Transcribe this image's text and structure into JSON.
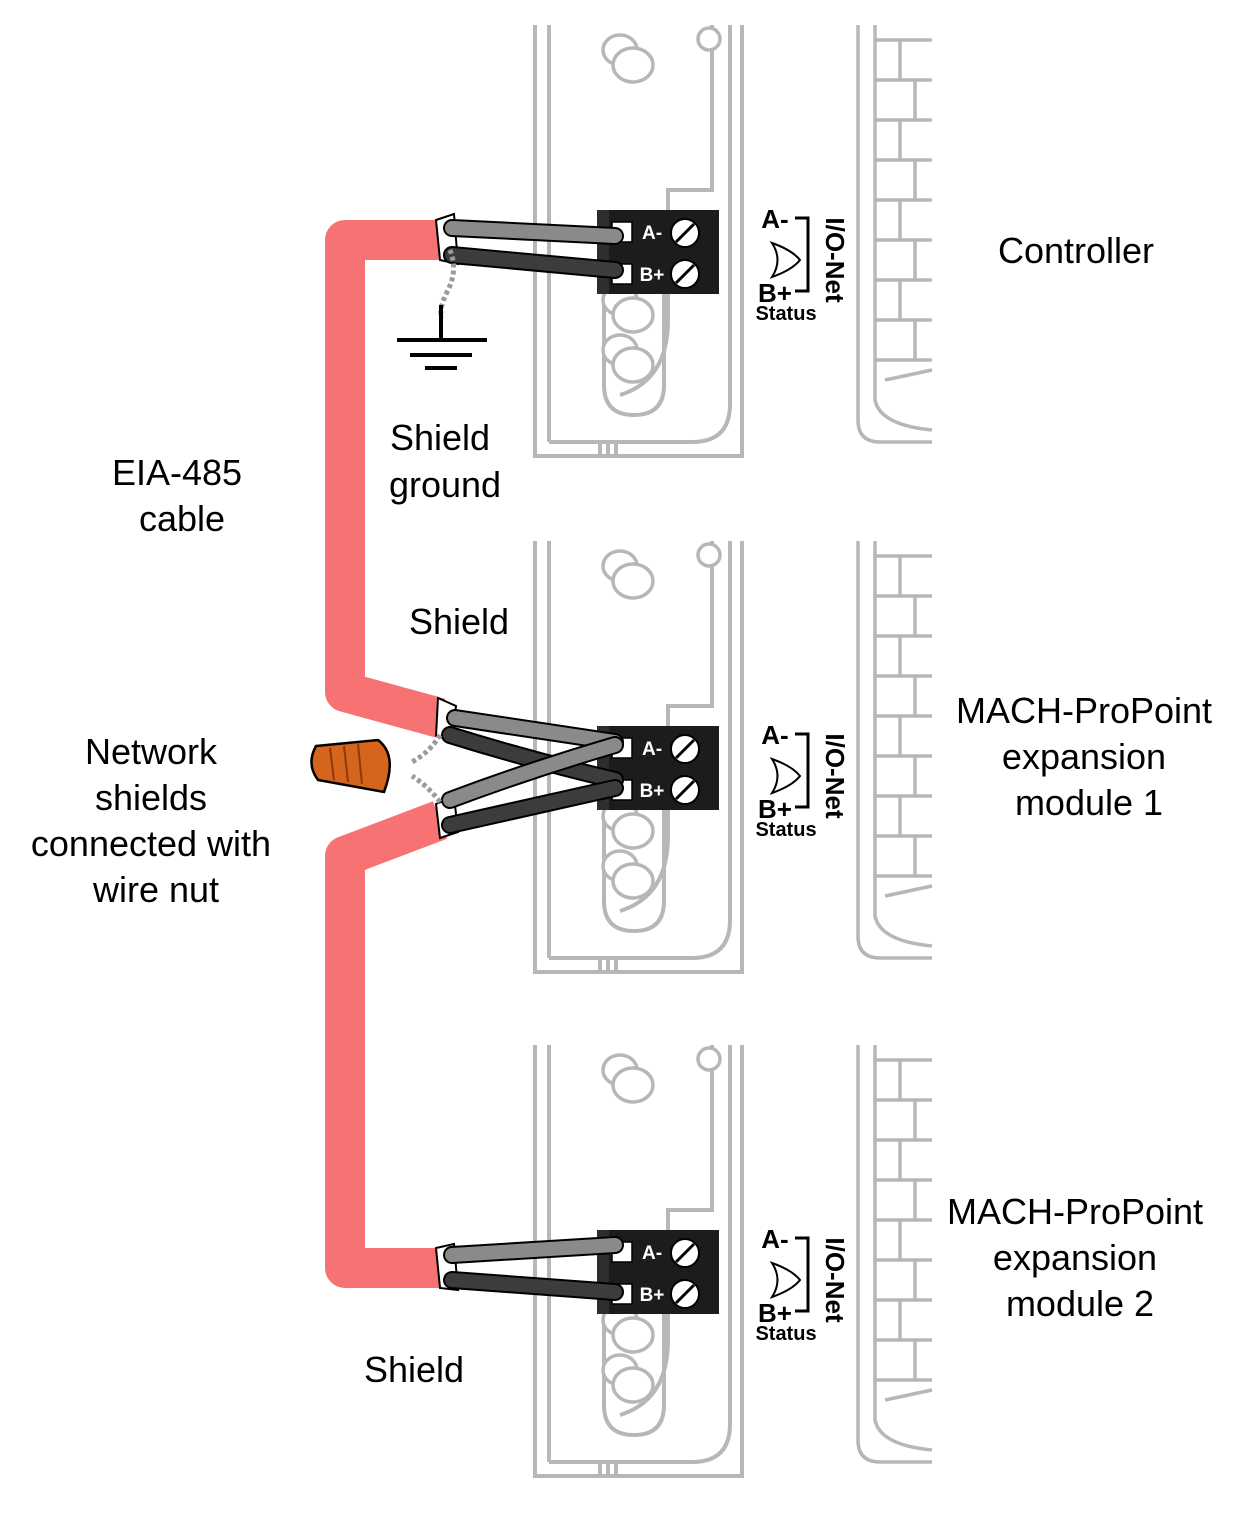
{
  "labels": {
    "cable": [
      "EIA-485",
      "cable"
    ],
    "shield_ground": [
      "Shield",
      "ground"
    ],
    "shield_middle": "Shield",
    "shield_bottom": "Shield",
    "wire_nut": [
      "Network",
      "shields",
      "connected with",
      "wire nut"
    ]
  },
  "devices": [
    {
      "name_lines": [
        "Controller"
      ]
    },
    {
      "name_lines": [
        "MACH-ProPoint",
        "expansion",
        "module 1"
      ]
    },
    {
      "name_lines": [
        "MACH-ProPoint",
        "expansion",
        "module 2"
      ]
    }
  ],
  "terminal": {
    "a_label": "A-",
    "b_label": "B+",
    "net_label": "I/O-Net",
    "status_label": "Status"
  },
  "colors": {
    "cable": "#f77272",
    "wire_a": "#8a8a8a",
    "wire_b": "#3c3c3c",
    "wire_nut": "#d5641c",
    "housing": "#b7b7b7",
    "terminal_block": "#1c1c1c"
  }
}
